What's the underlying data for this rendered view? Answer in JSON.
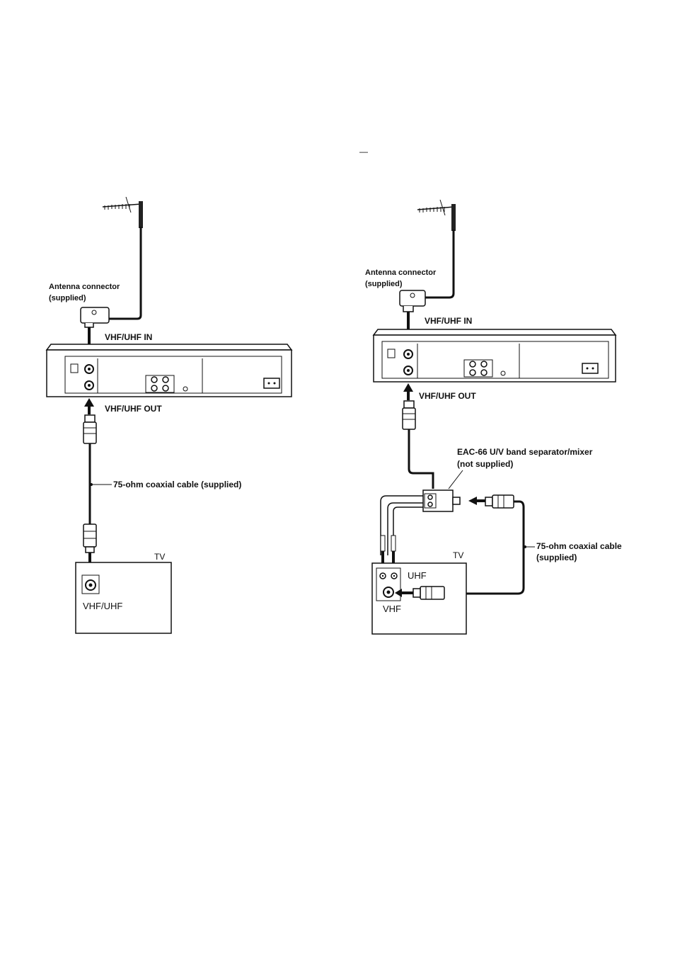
{
  "page_mark": "—",
  "left_diagram": {
    "antenna_connector": "Antenna connector",
    "antenna_connector_note": "(supplied)",
    "vhf_uhf_in": "VHF/UHF IN",
    "vhf_uhf_out": "VHF/UHF OUT",
    "coax_cable": "75-ohm coaxial cable (supplied)",
    "tv_label": "TV",
    "tv_port": "VHF/UHF"
  },
  "right_diagram": {
    "antenna_connector": "Antenna connector",
    "antenna_connector_note": "(supplied)",
    "vhf_uhf_in": "VHF/UHF IN",
    "vhf_uhf_out": "VHF/UHF OUT",
    "separator": "EAC-66 U/V band separator/mixer",
    "separator_note": "(not supplied)",
    "coax_cable": "75-ohm coaxial cable",
    "coax_cable_note": "(supplied)",
    "tv_label": "TV",
    "tv_uhf": "UHF",
    "tv_vhf": "VHF"
  },
  "icons": {
    "antenna": "antenna-icon",
    "vcr": "vcr-rear-panel-icon",
    "connector": "coax-connector-icon",
    "tv": "tv-icon",
    "separator": "band-separator-icon"
  }
}
